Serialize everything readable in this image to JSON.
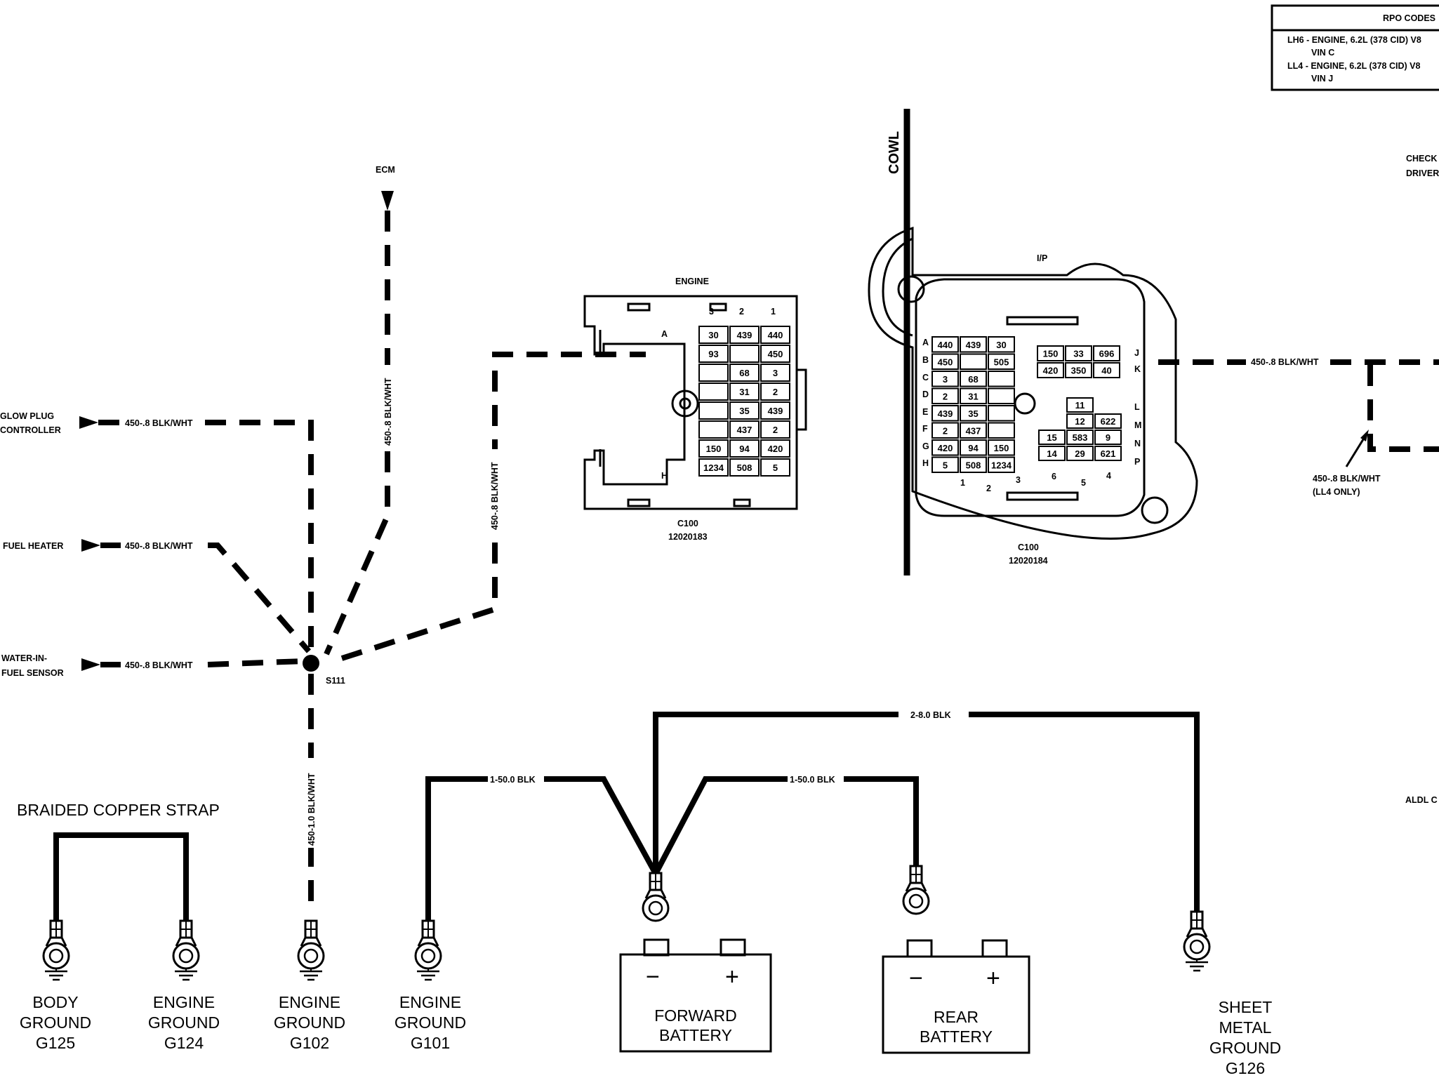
{
  "rpo_table": {
    "title": "RPO CODES",
    "row1_line1": "LH6 - ENGINE, 6.2L (378 CID) V8",
    "row1_line2": "VIN C",
    "row2_line1": "LL4 - ENGINE, 6.2L (378 CID) V8",
    "row2_line2": "VIN J"
  },
  "components": {
    "ecm": "ECM",
    "glow_plug_1": "GLOW PLUG",
    "glow_plug_2": "CONTROLLER",
    "fuel_heater": "FUEL HEATER",
    "water_fuel_1": "WATER-IN-",
    "water_fuel_2": "FUEL SENSOR",
    "splice": "S111",
    "cowl": "COWL",
    "check_1": "CHECK",
    "check_2": "DRIVER",
    "aldl": "ALDL C"
  },
  "wires": {
    "glow": "450-.8 BLK/WHT",
    "fuel_heater": "450-.8 BLK/WHT",
    "water": "450-.8 BLK/WHT",
    "ecm_vertical": "450-.8 BLK/WHT",
    "c100_vertical": "450-.8 BLK/WHT",
    "ground_vertical": "450-1.0 BLK/WHT",
    "ip_right": "450-.8 BLK/WHT",
    "ll4_1": "450-.8 BLK/WHT",
    "ll4_2": "(LL4 ONLY)",
    "bat_top": "2-8.0 BLK",
    "bat_left": "1-50.0 BLK",
    "bat_mid": "1-50.0 BLK"
  },
  "engine_connector": {
    "title": "ENGINE",
    "col_labels": [
      "3",
      "2",
      "1"
    ],
    "row_top": "A",
    "row_bottom": "H",
    "rows": [
      [
        "30",
        "439",
        "440"
      ],
      [
        "93",
        "",
        "450"
      ],
      [
        "",
        "68",
        "3"
      ],
      [
        "",
        "31",
        "2"
      ],
      [
        "",
        "35",
        "439"
      ],
      [
        "",
        "437",
        "2"
      ],
      [
        "150",
        "94",
        "420"
      ],
      [
        "1234",
        "508",
        "5"
      ]
    ],
    "name": "C100",
    "part": "12020183"
  },
  "ip_connector": {
    "title": "I/P",
    "rows_left": [
      "A",
      "B",
      "C",
      "D",
      "E",
      "F",
      "G",
      "H"
    ],
    "rows_right": [
      "J",
      "K",
      "L",
      "M",
      "N",
      "P"
    ],
    "cols_bottom": [
      "1",
      "2",
      "3",
      "6",
      "5",
      "4"
    ],
    "left_cells": [
      [
        "440",
        "439",
        "30"
      ],
      [
        "450",
        "",
        "505"
      ],
      [
        "3",
        "68",
        ""
      ],
      [
        "2",
        "31",
        ""
      ],
      [
        "439",
        "35",
        ""
      ],
      [
        "2",
        "437",
        ""
      ],
      [
        "420",
        "94",
        "150"
      ],
      [
        "5",
        "508",
        "1234"
      ]
    ],
    "right_top": [
      [
        "150",
        "33",
        "696"
      ],
      [
        "420",
        "350",
        "40"
      ]
    ],
    "right_bottom": [
      [
        "",
        "11",
        ""
      ],
      [
        "",
        "12",
        "622"
      ],
      [
        "15",
        "583",
        "9"
      ],
      [
        "14",
        "29",
        "621"
      ]
    ],
    "name": "C100",
    "part": "12020184"
  },
  "grounds": [
    {
      "line1": "BODY",
      "line2": "GROUND",
      "line3": "G125"
    },
    {
      "line1": "ENGINE",
      "line2": "GROUND",
      "line3": "G124"
    },
    {
      "line1": "ENGINE",
      "line2": "GROUND",
      "line3": "G102"
    },
    {
      "line1": "ENGINE",
      "line2": "GROUND",
      "line3": "G101"
    }
  ],
  "strap": "BRAIDED COPPER STRAP",
  "batteries": [
    {
      "line1": "FORWARD",
      "line2": "BATTERY",
      "minus": "−",
      "plus": "+"
    },
    {
      "line1": "REAR",
      "line2": "BATTERY",
      "minus": "−",
      "plus": "+"
    }
  ],
  "sheet_metal": {
    "line1": "SHEET",
    "line2": "METAL",
    "line3": "GROUND",
    "line4": "G126"
  }
}
